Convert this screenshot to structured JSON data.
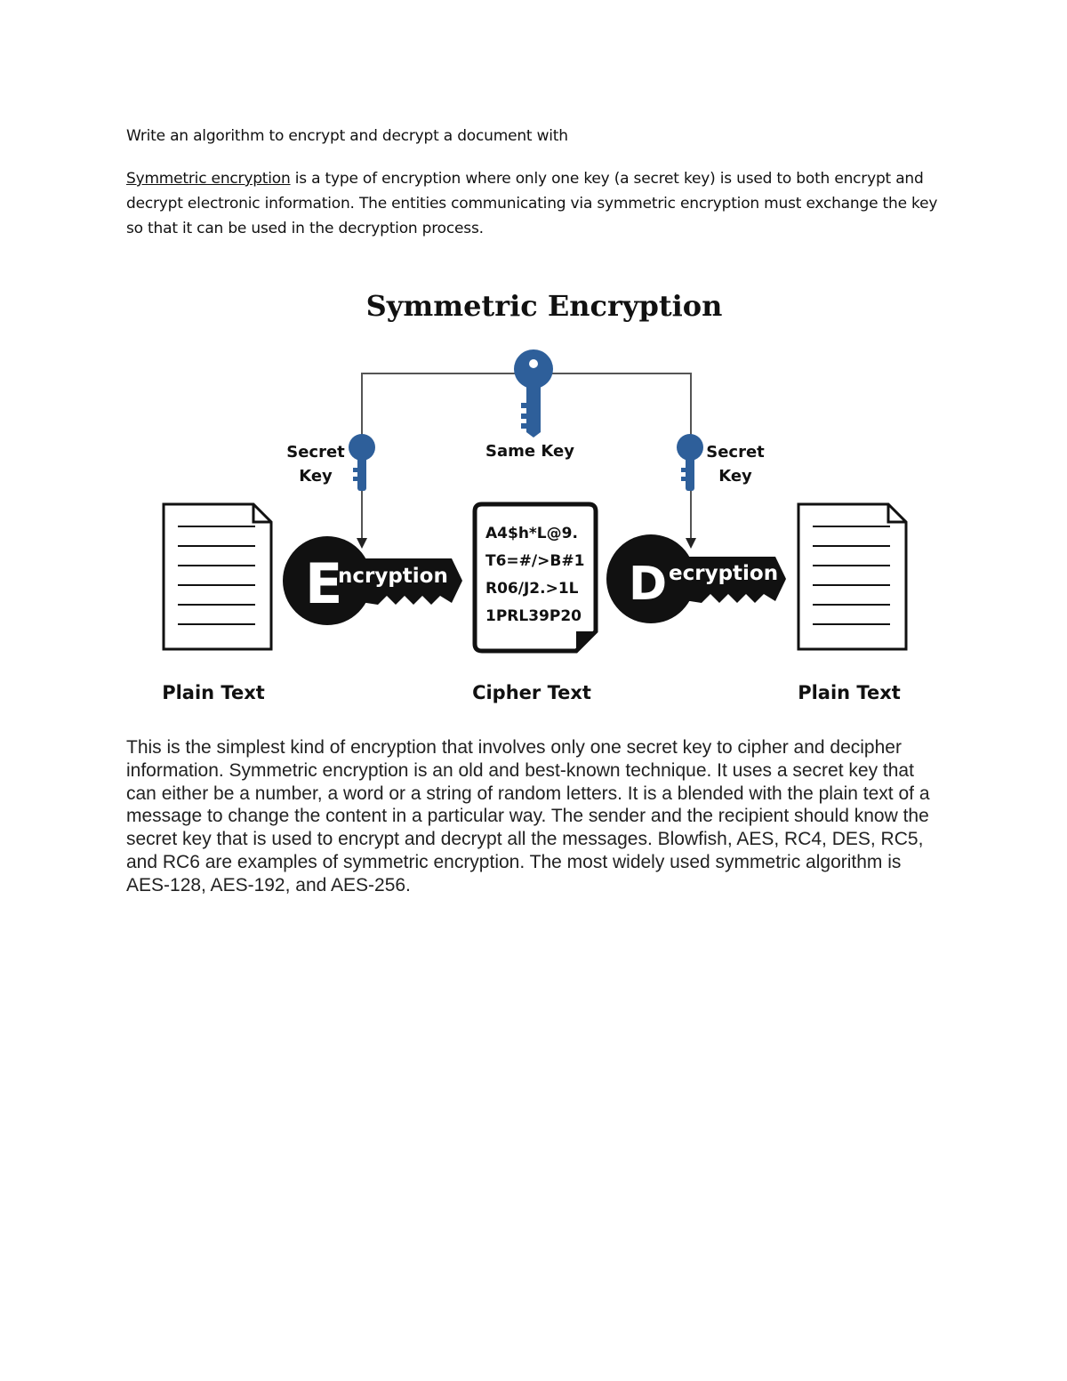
{
  "intro": "Write an algorithm to encrypt and decrypt a document with",
  "definition": {
    "term": "Symmetric encryption",
    "rest": " is a type of encryption where only one key (a secret key) is used to both encrypt and decrypt electronic information. The entities communicating via symmetric encryption must exchange the key so that it can be used in the decryption process."
  },
  "diagram": {
    "title": "Symmetric Encryption",
    "same_key_label": "Same Key",
    "secret_key_line1": "Secret",
    "secret_key_line2": "Key",
    "encryption_letter": "E",
    "encryption_rest": "ncryption",
    "decryption_letter": "D",
    "decryption_rest": "ecryption",
    "cipher_lines": [
      "A4$h*L@9.",
      "T6=#/>B#1",
      "R06/J2.>1L",
      "1PRL39P20"
    ],
    "plain_text_label": "Plain Text",
    "cipher_text_label": "Cipher Text",
    "key_color": "#2e5f9a"
  },
  "body": "This is the simplest kind of encryption that involves only one secret key to cipher and decipher information. Symmetric encryption is an old and best-known technique. It uses a secret key that can either be a number, a word or a string of random letters. It is a blended with the plain text of a message to change the content in a particular way. The sender and the recipient should know the secret key that is used to encrypt and decrypt all the messages. Blowfish, AES, RC4, DES, RC5, and RC6 are examples of symmetric encryption. The most widely used symmetric algorithm is AES-128, AES-192, and AES-256."
}
